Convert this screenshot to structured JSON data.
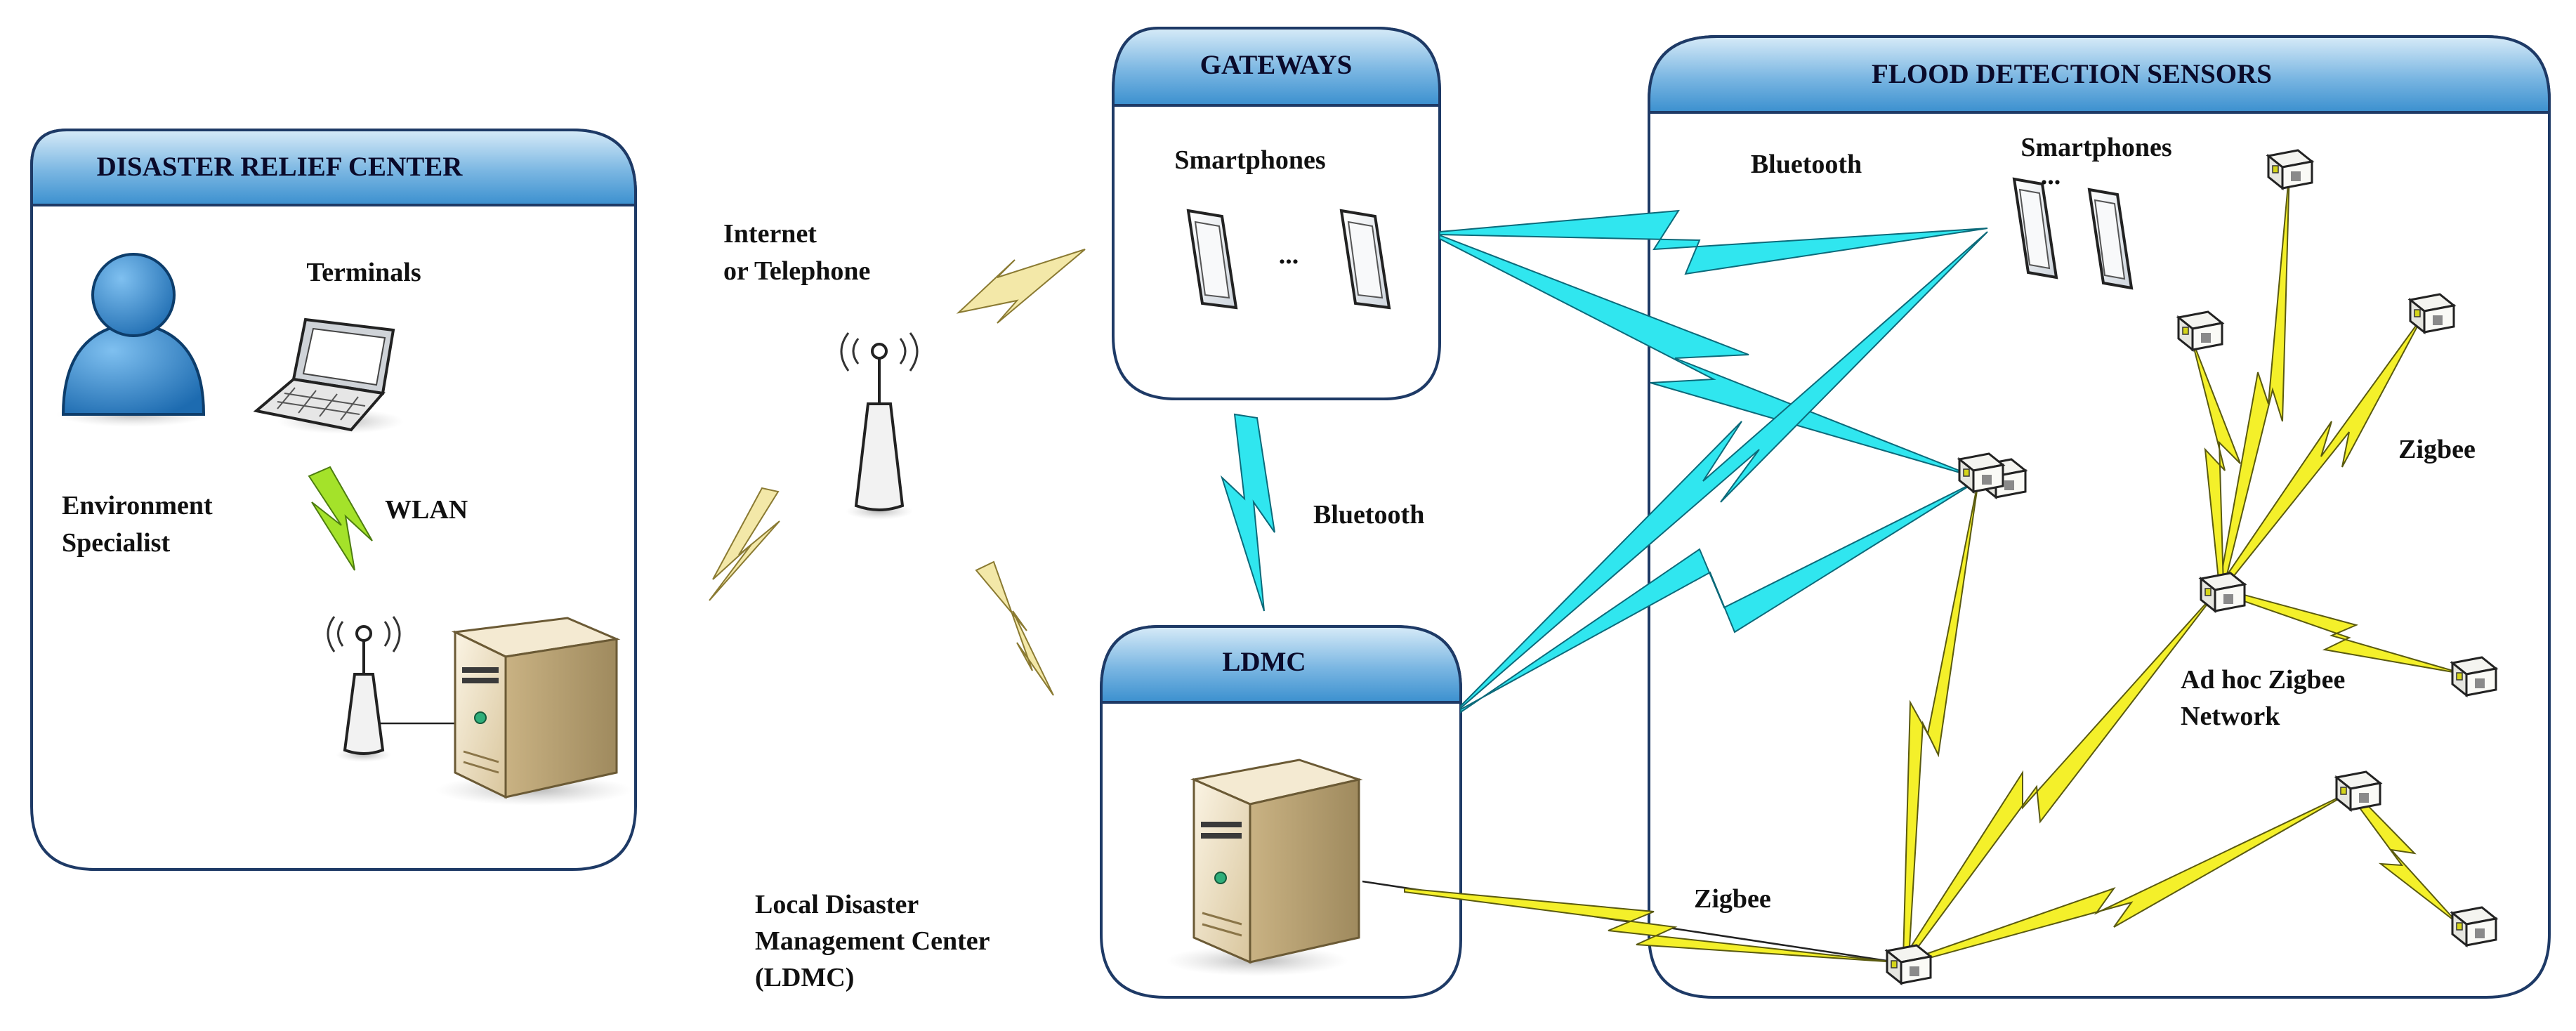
{
  "colors": {
    "header_top": "#d7ebf8",
    "header_bottom": "#3b90cf",
    "panel_border": "#1e3a66",
    "wifi_link": "#f3e8a8",
    "bluetooth_link": "#30e6ef",
    "zigbee_link": "#f4f02a",
    "wlan_link": "#a4e22a"
  },
  "panels": {
    "disaster_relief": {
      "title": "DISASTER RELIEF CENTER"
    },
    "gateways": {
      "title": "GATEWAYS"
    },
    "ldmc": {
      "title": "LDMC"
    },
    "flood_sensors": {
      "title": "FLOOD DETECTION SENSORS"
    }
  },
  "labels": {
    "terminals": "Terminals",
    "environment_specialist_line1": "Environment",
    "environment_specialist_line2": "Specialist",
    "wlan": "WLAN",
    "internet_line1": "Internet",
    "internet_line2": "or  Telephone",
    "gateway_smartphones": "Smartphones",
    "gateway_ellipsis": "...",
    "bluetooth_gateway_ldmc": "Bluetooth",
    "ldmc_full_line1": "Local Disaster",
    "ldmc_full_line2": "Management Center",
    "ldmc_full_line3": "(LDMC)",
    "sensor_bluetooth": "Bluetooth",
    "sensor_smartphones": "Smartphones",
    "sensor_ellipsis": "...",
    "zigbee_upper": "Zigbee",
    "adhoc_line1": "Ad hoc Zigbee",
    "adhoc_line2": "Network",
    "zigbee_lower": "Zigbee"
  },
  "icons": {
    "person": "person-icon",
    "laptop": "laptop-icon",
    "antenna": "antenna-icon",
    "server": "server-icon",
    "smartphone": "smartphone-icon",
    "sensor": "sensor-node-icon",
    "link": "lightning-link-icon"
  }
}
